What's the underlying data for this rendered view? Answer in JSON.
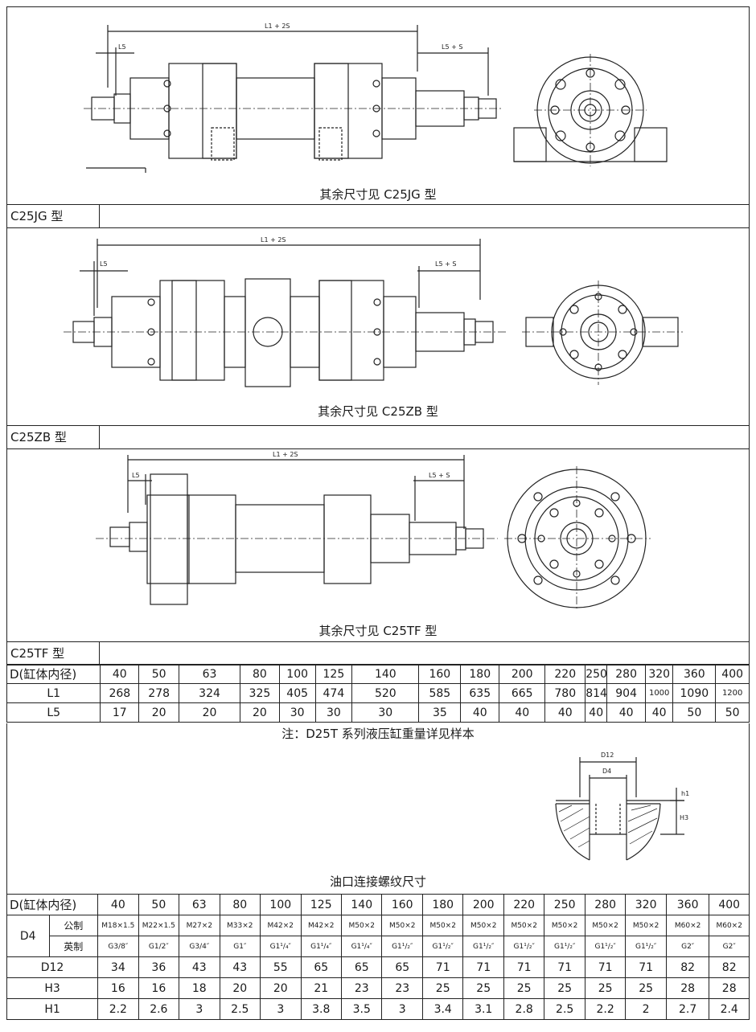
{
  "drawing1": {
    "caption": "其余尺寸见 C25JG 型",
    "dim_l1": "L1 + 2S",
    "dim_l5": "L5",
    "dim_l5s": "L5 + S"
  },
  "label1": "C25JG 型",
  "drawing2": {
    "caption": "其余尺寸见 C25ZB 型",
    "dim_l1": "L1 + 2S",
    "dim_l5": "L5",
    "dim_l5s": "L5 + S"
  },
  "label2": "C25ZB 型",
  "drawing3": {
    "caption": "其余尺寸见 C25TF 型",
    "dim_l1": "L1 + 2S",
    "dim_l5": "L5",
    "dim_l5s": "L5 + S"
  },
  "label3": "C25TF 型",
  "table1": {
    "header": "D(缸体内径)",
    "row_l1": "L1",
    "row_l5": "L5",
    "d": [
      "40",
      "50",
      "63",
      "80",
      "100",
      "125",
      "140",
      "160",
      "180",
      "200",
      "220",
      "250",
      "280",
      "320",
      "360",
      "400"
    ],
    "l1": [
      "268",
      "278",
      "324",
      "325",
      "405",
      "474",
      "520",
      "585",
      "635",
      "665",
      "780",
      "814",
      "904",
      "1000",
      "1090",
      "1200"
    ],
    "l5": [
      "17",
      "20",
      "20",
      "20",
      "30",
      "30",
      "30",
      "35",
      "40",
      "40",
      "40",
      "40",
      "40",
      "40",
      "50",
      "50"
    ]
  },
  "note": "注：D25T 系列液压缸重量详见样本",
  "port_diagram": {
    "d12": "D12",
    "d4": "D4",
    "h1": "h1",
    "h3": "H3"
  },
  "port_title": "油口连接螺纹尺寸",
  "table2": {
    "header": "D(缸体内径)",
    "d4": "D4",
    "metric": "公制",
    "imperial": "英制",
    "row_d12": "D12",
    "row_h3": "H3",
    "row_h1": "H1",
    "d": [
      "40",
      "50",
      "63",
      "80",
      "100",
      "125",
      "140",
      "160",
      "180",
      "200",
      "220",
      "250",
      "280",
      "320",
      "360",
      "400"
    ],
    "metric_vals": [
      "M18×1.5",
      "M22×1.5",
      "M27×2",
      "M33×2",
      "M42×2",
      "M42×2",
      "M50×2",
      "M50×2",
      "M50×2",
      "M50×2",
      "M50×2",
      "M50×2",
      "M50×2",
      "M50×2",
      "M60×2",
      "M60×2"
    ],
    "imperial_vals": [
      "G3/8″",
      "G1/2″",
      "G3/4″",
      "G1″",
      "G1¹/₄″",
      "G1¹/₄″",
      "G1¹/₄″",
      "G1¹/₂″",
      "G1¹/₂″",
      "G1¹/₂″",
      "G1¹/₂″",
      "G1¹/₂″",
      "G1¹/₂″",
      "G1¹/₂″",
      "G2″",
      "G2″"
    ],
    "d12": [
      "34",
      "36",
      "43",
      "43",
      "55",
      "65",
      "65",
      "65",
      "71",
      "71",
      "71",
      "71",
      "71",
      "71",
      "82",
      "82"
    ],
    "h3": [
      "16",
      "16",
      "18",
      "20",
      "20",
      "21",
      "23",
      "23",
      "25",
      "25",
      "25",
      "25",
      "25",
      "25",
      "28",
      "28"
    ],
    "h1": [
      "2.2",
      "2.6",
      "3",
      "2.5",
      "3",
      "3.8",
      "3.5",
      "3",
      "3.4",
      "3.1",
      "2.8",
      "2.5",
      "2.2",
      "2",
      "2.7",
      "2.4"
    ]
  }
}
